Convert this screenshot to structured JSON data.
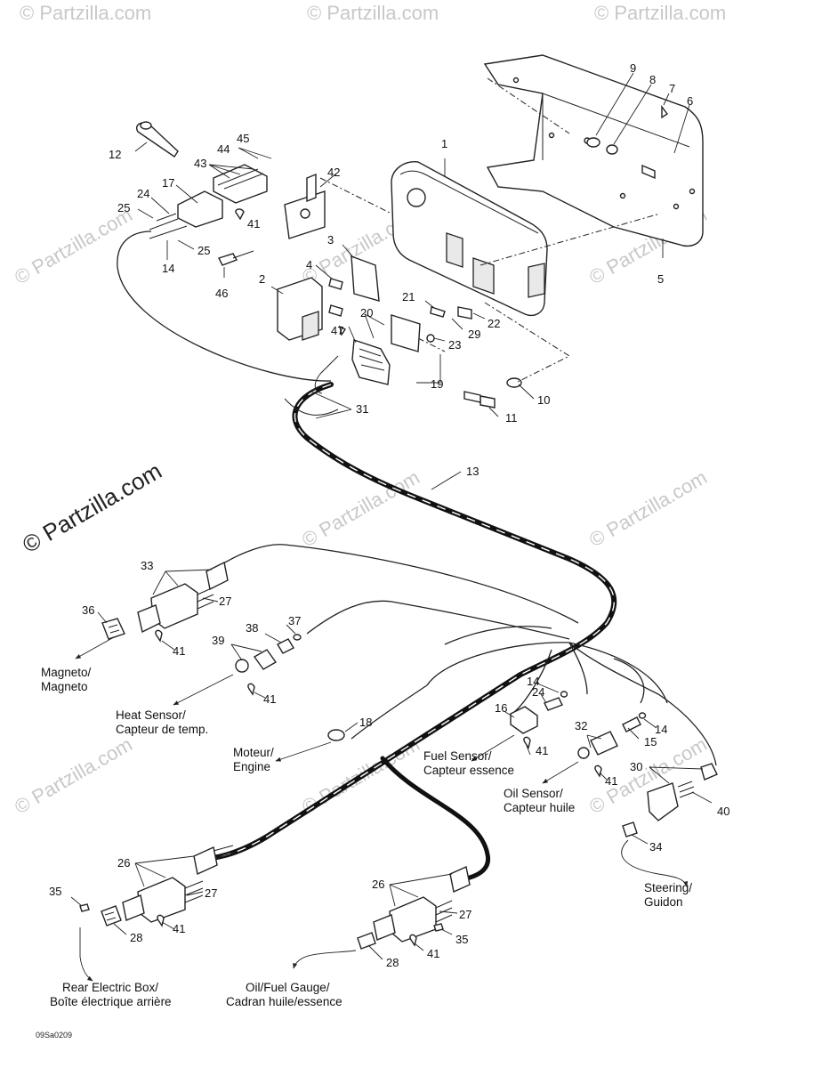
{
  "watermark": {
    "site": "© Partzilla.com",
    "color": "#c8c8c8"
  },
  "diagram_code": "09Sa0209",
  "callouts": {
    "n1": "1",
    "n2": "2",
    "n3": "3",
    "n4": "4",
    "n5": "5",
    "n6": "6",
    "n7": "7",
    "n8": "8",
    "n9": "9",
    "n10": "10",
    "n11": "11",
    "n12": "12",
    "n13": "13",
    "n14a": "14",
    "n14b": "14",
    "n14c": "14",
    "n15": "15",
    "n16": "16",
    "n17": "17",
    "n18": "18",
    "n19": "19",
    "n20": "20",
    "n21": "21",
    "n22": "22",
    "n23": "23",
    "n24a": "24",
    "n24b": "24",
    "n25a": "25",
    "n25b": "25",
    "n26a": "26",
    "n26b": "26",
    "n27a": "27",
    "n27b": "27",
    "n27c": "27",
    "n28a": "28",
    "n28b": "28",
    "n29": "29",
    "n30": "30",
    "n31": "31",
    "n32": "32",
    "n33": "33",
    "n34": "34",
    "n35a": "35",
    "n35b": "35",
    "n36": "36",
    "n37": "37",
    "n38": "38",
    "n39": "39",
    "n40": "40",
    "n41a": "41",
    "n41b": "41",
    "n41c": "41",
    "n41d": "41",
    "n41e": "41",
    "n41f": "41",
    "n41g": "41",
    "n42": "42",
    "n43": "43",
    "n44": "44",
    "n45": "45",
    "n46": "46",
    "n47": "47"
  },
  "labels": {
    "magneto_1": "Magneto/",
    "magneto_2": "Magneto",
    "heat_1": "Heat Sensor/",
    "heat_2": "Capteur de temp.",
    "engine_1": "Moteur/",
    "engine_2": "Engine",
    "fuel_1": "Fuel Sensor/",
    "fuel_2": "Capteur essence",
    "oil_1": "Oil Sensor/",
    "oil_2": "Capteur huile",
    "steering_1": "Steering/",
    "steering_2": "Guidon",
    "rear_1": "Rear Electric Box/",
    "rear_2": "Boîte électrique arrière",
    "gauge_1": "Oil/Fuel Gauge/",
    "gauge_2": "Cadran huile/essence"
  }
}
